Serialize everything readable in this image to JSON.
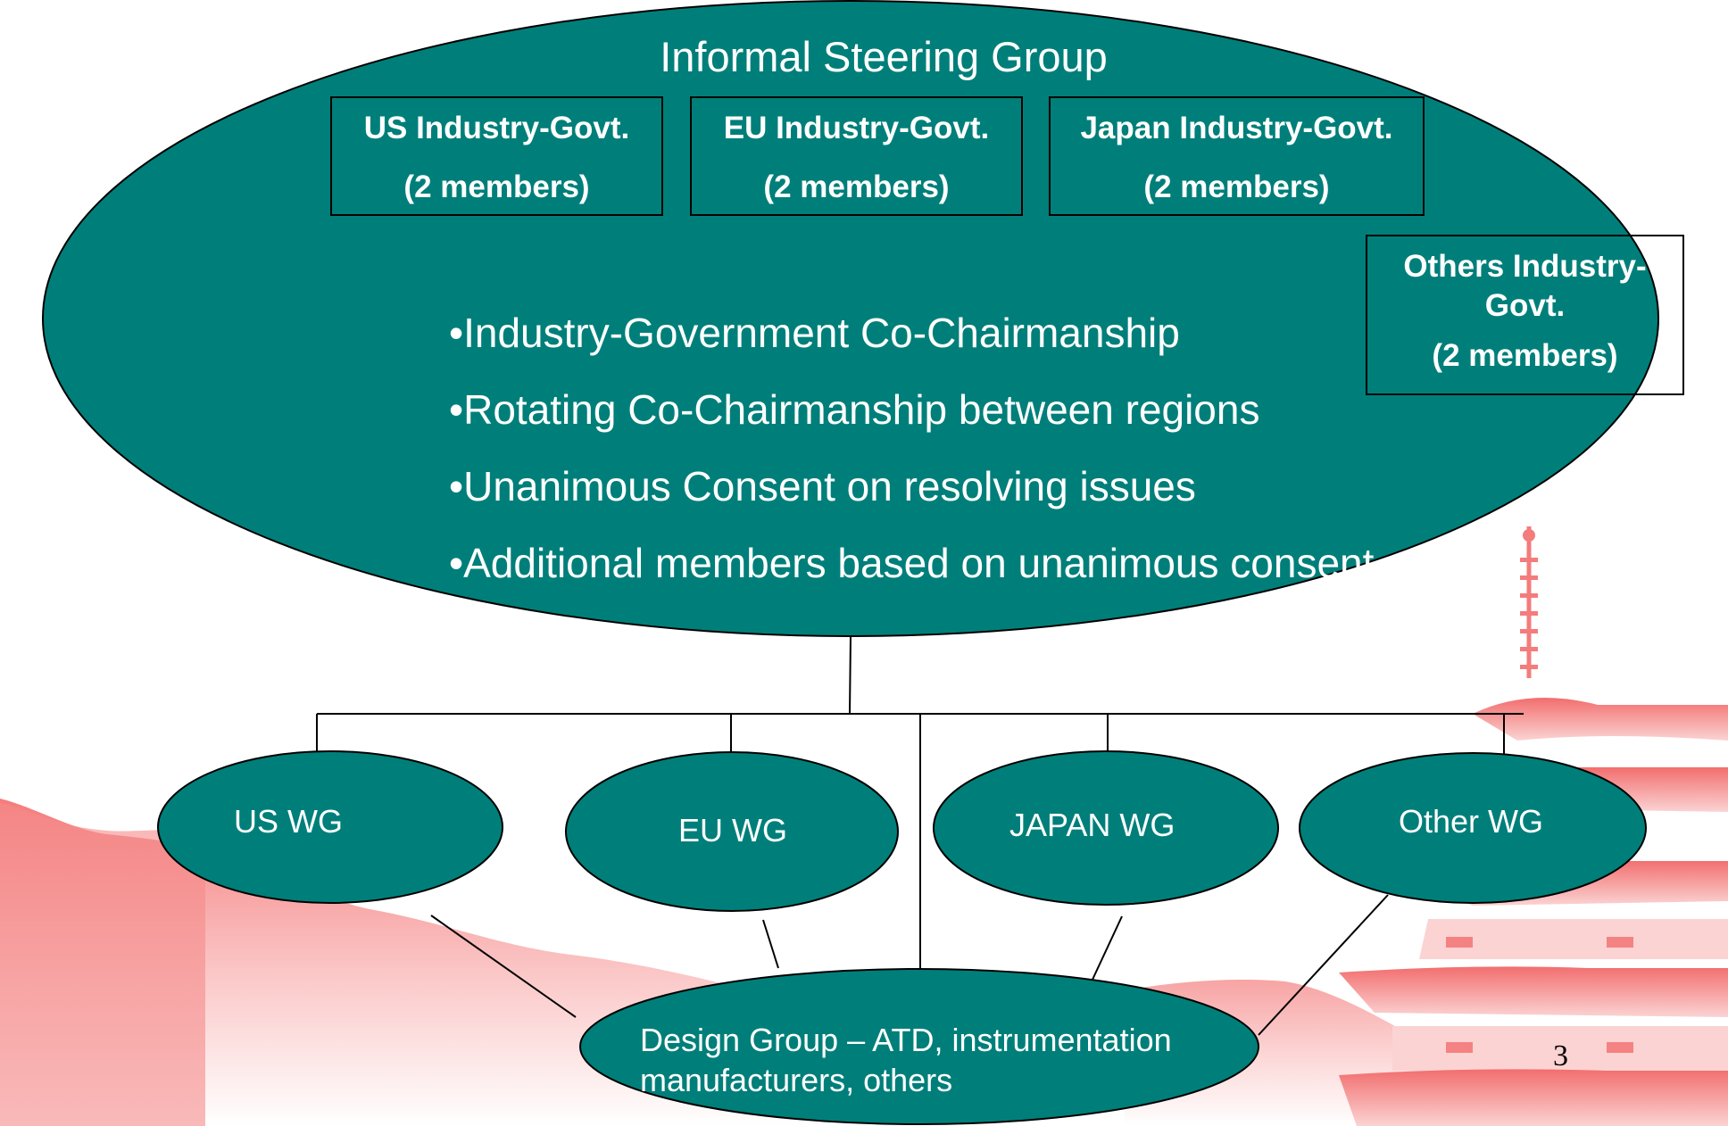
{
  "colors": {
    "teal": "#007F7A",
    "line": "#000000",
    "scenery_pink": "#F47C7C"
  },
  "steering_group": {
    "title": "Informal Steering Group",
    "members": [
      {
        "name": "US Industry-Govt.",
        "count": "(2 members)"
      },
      {
        "name": "EU Industry-Govt.",
        "count": "(2 members)"
      },
      {
        "name": "Japan Industry-Govt.",
        "count": "(2 members)"
      },
      {
        "name": "Others Industry-Govt.",
        "count": "(2 members)"
      }
    ],
    "principles": [
      "•Industry-Government Co-Chairmanship",
      "•Rotating Co-Chairmanship between regions",
      "•Unanimous Consent on resolving issues",
      "•Additional members based on unanimous consent"
    ]
  },
  "working_groups": [
    {
      "label": "US WG"
    },
    {
      "label": "EU WG"
    },
    {
      "label": "JAPAN WG"
    },
    {
      "label": "Other WG"
    }
  ],
  "design_group": {
    "line1": "Design Group – ATD, instrumentation",
    "line2": "manufacturers, others"
  },
  "slide_number": "3"
}
